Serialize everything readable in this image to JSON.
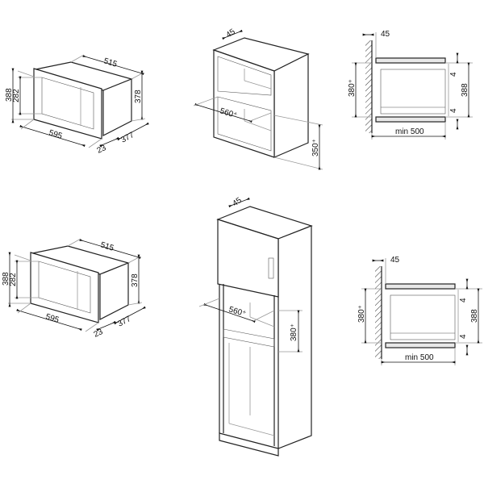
{
  "diagrams": [
    {
      "id": "microwave-dimensions-top",
      "labels": {
        "depth": "515",
        "height_total": "388",
        "height_inner": "282",
        "height_body": "378",
        "width": "595",
        "frame": "23",
        "body_depth": "377"
      }
    },
    {
      "id": "wall-cabinet-niche",
      "labels": {
        "top_gap": "45",
        "width": "560⁺",
        "height": "350⁺"
      }
    },
    {
      "id": "side-view-top",
      "labels": {
        "gap": "45",
        "niche_height": "380⁺",
        "height": "388",
        "top_margin": "4",
        "bottom_margin": "4",
        "depth": "min 500"
      }
    },
    {
      "id": "microwave-dimensions-bottom",
      "labels": {
        "depth": "515",
        "height_total": "388",
        "height_inner": "282",
        "height_body": "378",
        "width": "595",
        "frame": "23",
        "body_depth": "377"
      }
    },
    {
      "id": "tall-cabinet-niche",
      "labels": {
        "top_gap": "45",
        "width": "560⁺",
        "height": "380⁺"
      }
    },
    {
      "id": "side-view-bottom",
      "labels": {
        "gap": "45",
        "niche_height": "380⁺",
        "height": "388",
        "top_margin": "4",
        "bottom_margin": "4",
        "depth": "min 500"
      }
    }
  ]
}
